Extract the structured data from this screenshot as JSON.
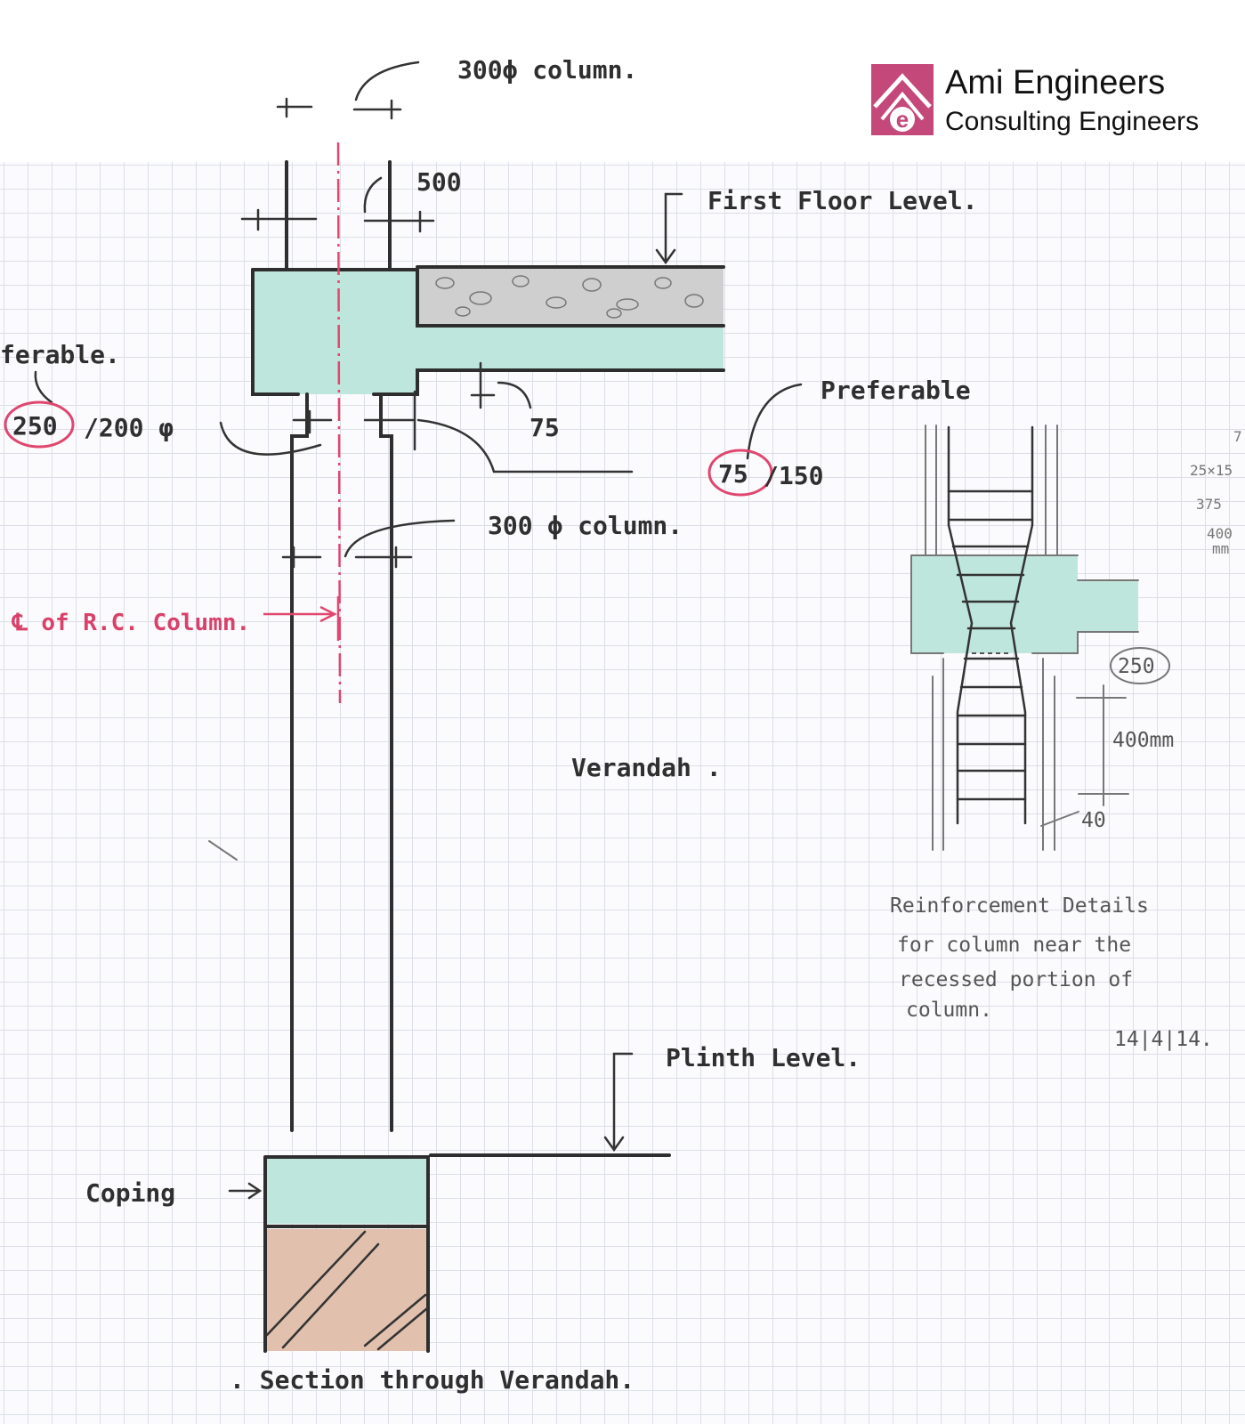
{
  "logo": {
    "name": "Ami Engineers",
    "subtitle": "Consulting Engineers",
    "brand_color": "#c4487a"
  },
  "labels": {
    "top_column": "300ϕ column.",
    "dim_500": "500",
    "first_floor": "First Floor Level.",
    "preferable_left": "ferable.",
    "dim_250": "250",
    "dim_200": "/200 φ",
    "dim_75": "75",
    "preferable_right": "Preferable",
    "dim_75_circled": "75",
    "dim_150": "/150",
    "mid_column": "300 ϕ column.",
    "centerline": "℄ of R.C. Column.",
    "veranda": "Verandah .",
    "plinth": "Plinth Level.",
    "coping": "Coping",
    "section_title": ". Section through Verandah."
  },
  "detail": {
    "dim_250": "250",
    "dim_400": "400mm",
    "dim_40": "40",
    "margin_notes": [
      "25×15",
      "375",
      "400",
      "mm",
      "7"
    ],
    "caption": [
      "Reinforcement Details",
      "for column near the",
      "recessed portion of",
      "column."
    ],
    "date": "14|4|14."
  },
  "colors": {
    "concrete": "#bfe6dc",
    "masonry": "#e2c0ae",
    "slab_fill": "#cfcfcf",
    "ink": "#2e2e2e",
    "centerline": "#e0466e"
  }
}
